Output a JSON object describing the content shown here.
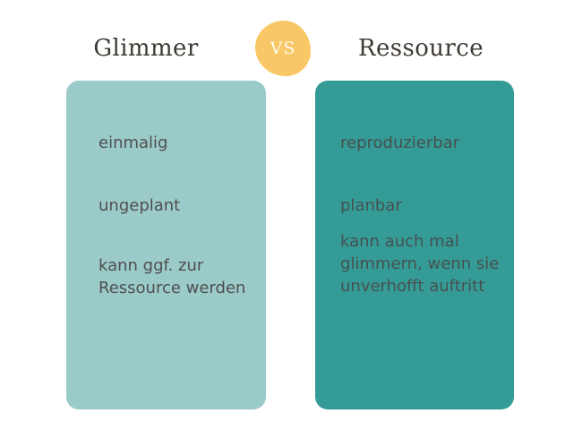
{
  "comparison": {
    "vs_label": "VS",
    "left": {
      "title": "Glimmer",
      "items": [
        "einmalig",
        "ungeplant",
        "kann ggf. zur Ressource werden"
      ]
    },
    "right": {
      "title": "Ressource",
      "items": [
        "reproduzierbar",
        "planbar",
        "kann auch mal glimmern, wenn sie unverhofft auftritt"
      ]
    }
  },
  "colors": {
    "background": "#ffffff",
    "left_card": "#9bcbc9",
    "right_card": "#349b97",
    "vs_badge": "#f8c766",
    "vs_text": "#fffcf2",
    "title_text": "#3e3a33",
    "left_item_text": "#4f4f4f",
    "right_item_text": "#47514f"
  }
}
